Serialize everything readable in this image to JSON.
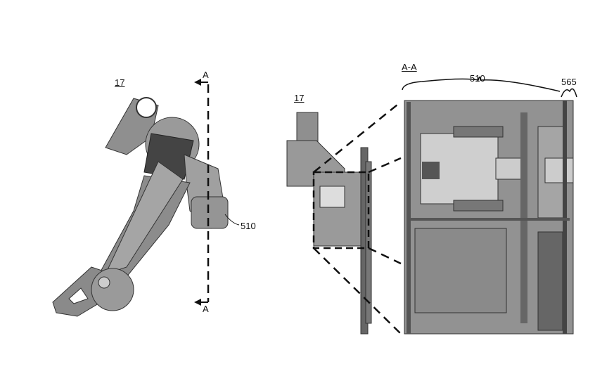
{
  "figure": {
    "left_view": {
      "ref": "17",
      "section_top": "A",
      "section_bottom": "A",
      "part": "510"
    },
    "middle_view": {
      "ref": "17"
    },
    "section_view": {
      "title": "A-A",
      "part_main": "510",
      "part_right": "565"
    }
  },
  "colors": {
    "metal": "#8f8f8f",
    "dark": "#4a4a4a",
    "light": "#c8c8c8",
    "line": "#111111"
  }
}
